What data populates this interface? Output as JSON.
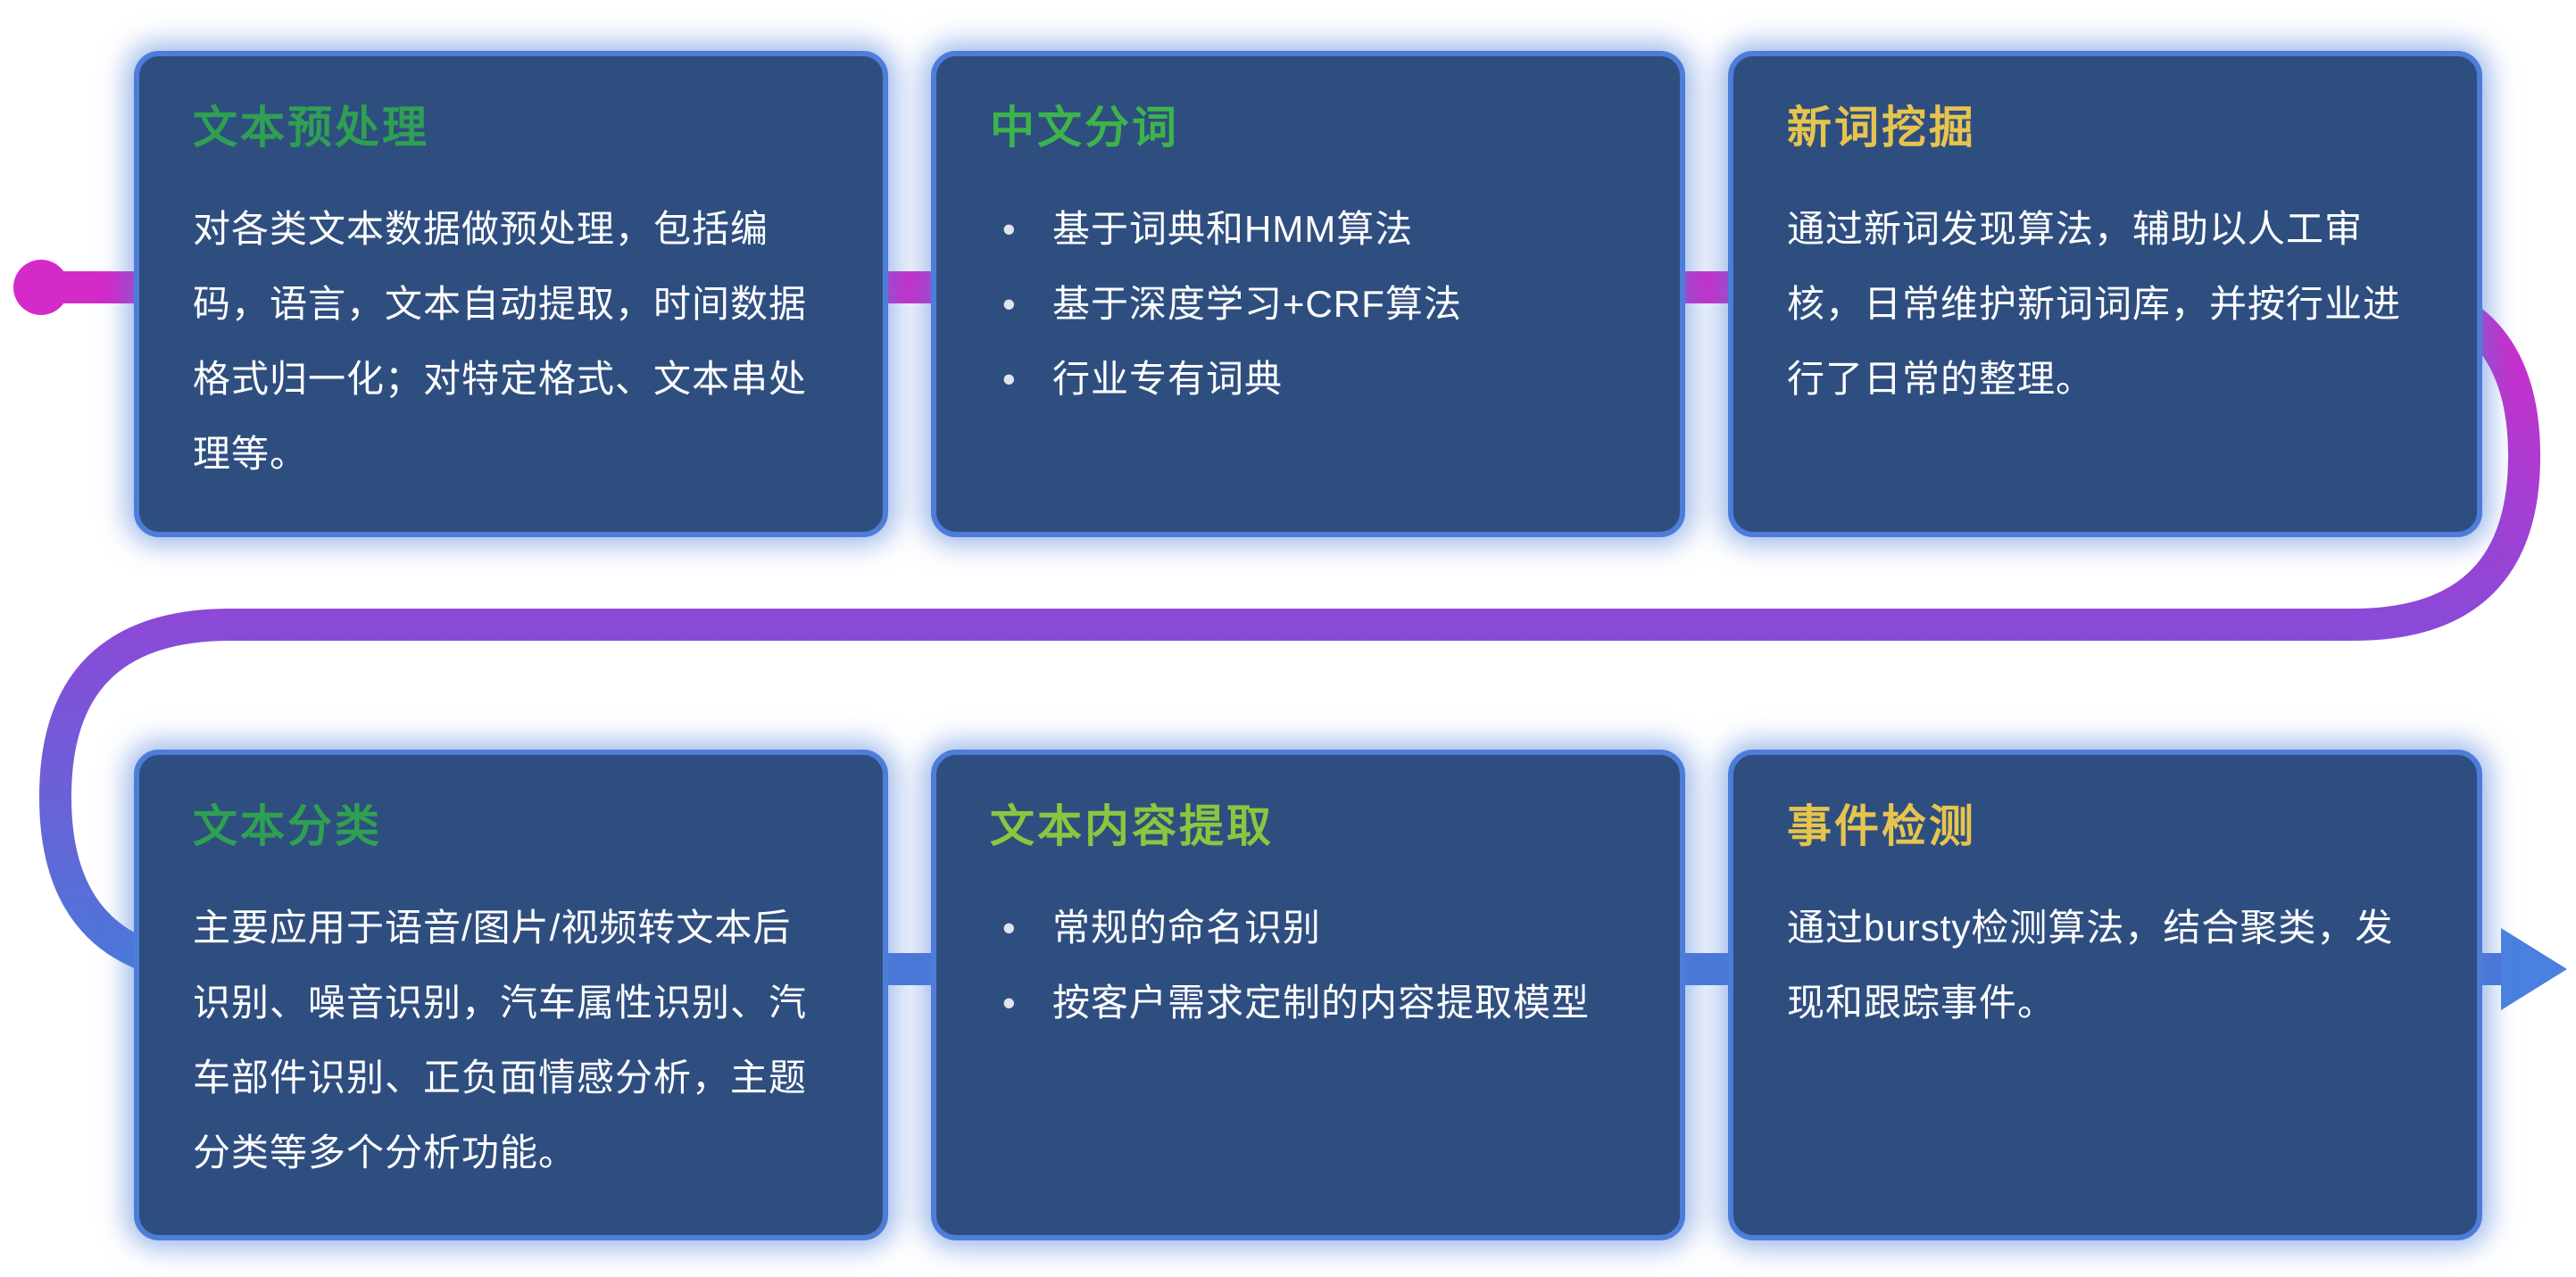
{
  "flow": {
    "start_dot_color": "#d42ac8",
    "top_color": "#d42ac8",
    "middle_color": "#8a4ad8",
    "bottom_color": "#4a78d8",
    "arrow_color": "#4a80e0"
  },
  "theme": {
    "card_bg": "#2f4e80",
    "card_border": "#4d7dd9",
    "body_text": "#ffffff"
  },
  "cards": [
    {
      "title": "文本预处理",
      "title_color": "#2fa052",
      "body": "对各类文本数据做预处理，包括编码，语言，文本自动提取，时间数据格式归一化；对特定格式、文本串处理等。"
    },
    {
      "title": "中文分词",
      "title_color": "#3cb44a",
      "bullets": [
        "基于词典和HMM算法",
        "基于深度学习+CRF算法",
        "行业专有词典"
      ]
    },
    {
      "title": "新词挖掘",
      "title_color": "#e6c44d",
      "body": "通过新词发现算法，辅助以人工审核，日常维护新词词库，并按行业进行了日常的整理。"
    },
    {
      "title": "文本分类",
      "title_color": "#2fa052",
      "body": "主要应用于语音/图片/视频转文本后识别、噪音识别，汽车属性识别、汽车部件识别、正负面情感分析，主题分类等多个分析功能。"
    },
    {
      "title": "文本内容提取",
      "title_color": "#8cc63e",
      "bullets": [
        "常规的命名识别",
        "按客户需求定制的内容提取模型"
      ]
    },
    {
      "title": "事件检测",
      "title_color": "#e6c44d",
      "body": "通过bursty检测算法，结合聚类，发现和跟踪事件。"
    }
  ]
}
